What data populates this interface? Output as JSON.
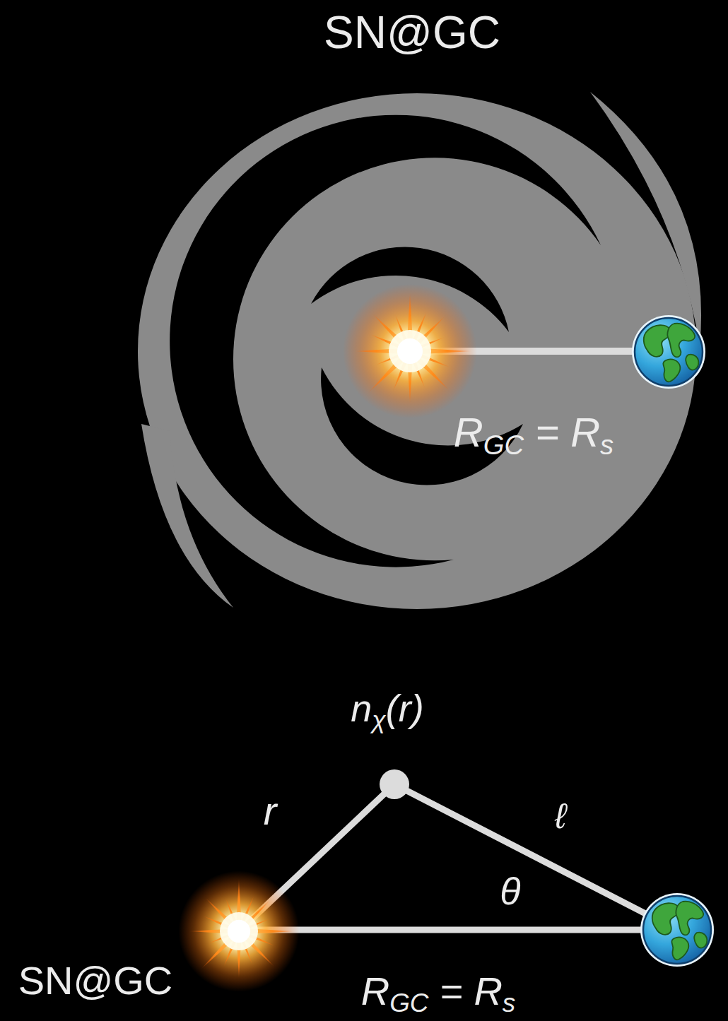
{
  "diagram": {
    "title": "SN@GC",
    "labels": [
      "RGC = Rs",
      "nχ(r)",
      "r",
      "ℓ",
      "θ",
      "SN@GC",
      "RGC = Rs"
    ]
  }
}
